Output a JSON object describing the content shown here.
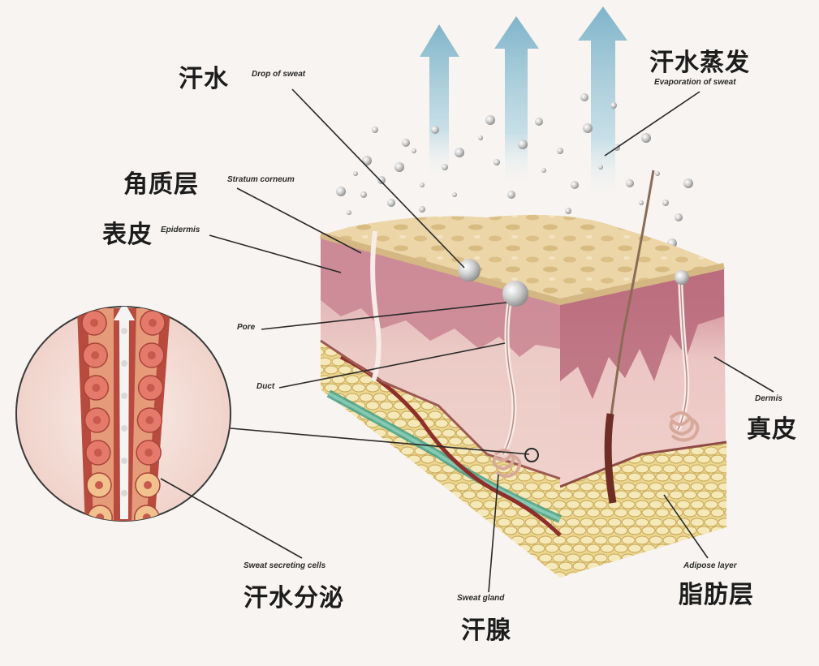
{
  "labels": {
    "drop_of_sweat": {
      "zh": "汗水",
      "en": "Drop of sweat"
    },
    "evaporation": {
      "zh": "汗水蒸发",
      "en": "Evaporation of sweat"
    },
    "stratum_corneum": {
      "zh": "角质层",
      "en": "Stratum corneum"
    },
    "epidermis": {
      "zh": "表皮",
      "en": "Epidermis"
    },
    "pore": {
      "en": "Pore"
    },
    "duct": {
      "en": "Duct"
    },
    "dermis": {
      "zh": "真皮",
      "en": "Dermis"
    },
    "sweat_secreting_cells": {
      "zh": "汗水分泌",
      "en": "Sweat secreting cells"
    },
    "sweat_gland": {
      "zh": "汗腺",
      "en": "Sweat gland"
    },
    "adipose_layer": {
      "zh": "脂肪层",
      "en": "Adipose layer"
    }
  },
  "colors": {
    "arrow": "#8fc0d3",
    "stratum": "#e8cf9c",
    "epidermis": "#dcaab1",
    "dermis_top": "#c98592",
    "dermis": "#efccc5",
    "adipose": "#f1e3a6",
    "fat_cell": "#e7c979",
    "vessel": "#8e2f2b",
    "droplet": "#c9c9c9",
    "leader_line": "#2a2a2a"
  }
}
